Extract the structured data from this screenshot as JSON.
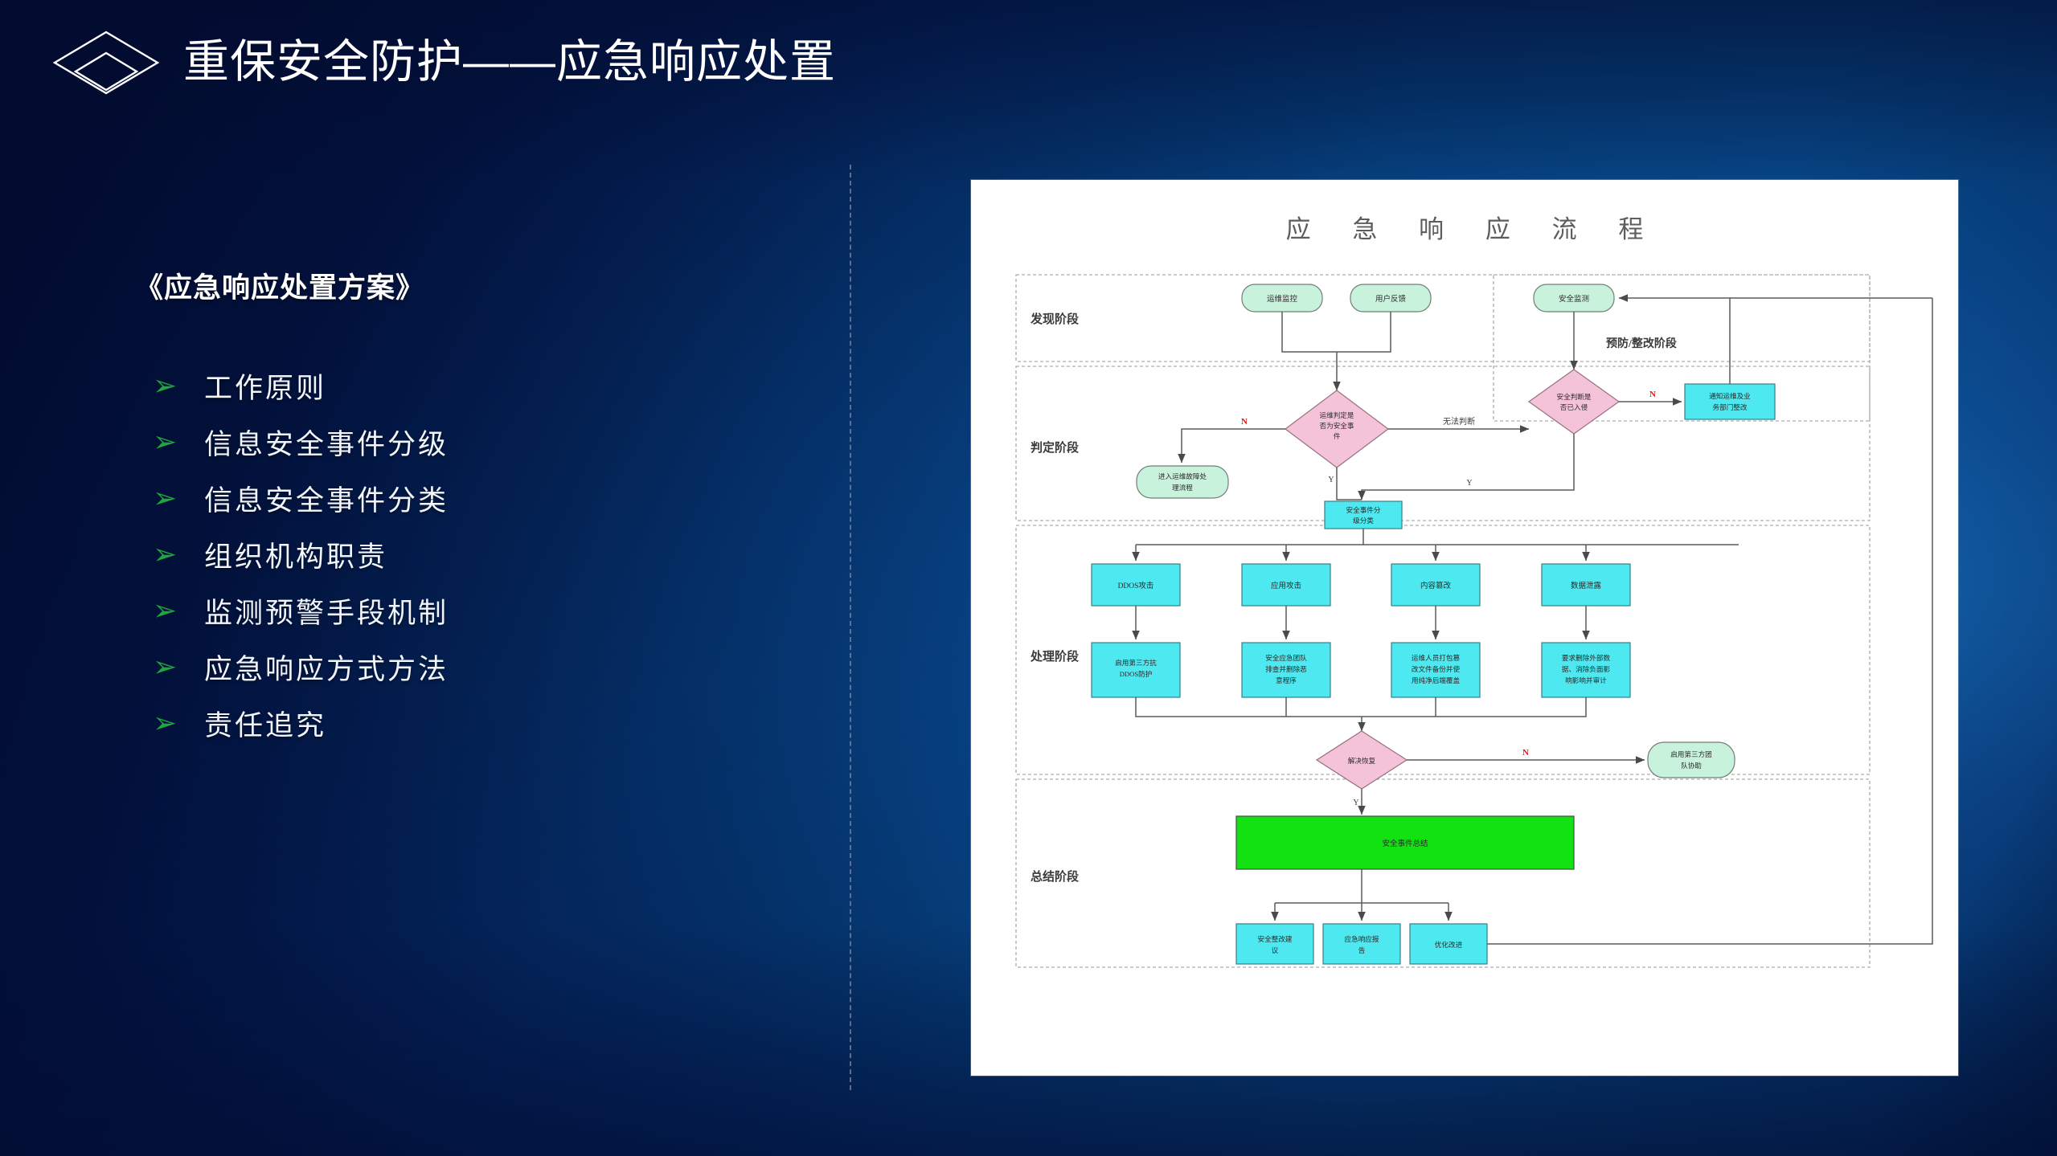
{
  "slide": {
    "title": "重保安全防护——应急响应处置",
    "logo_icon": "layered-diamond-logo-icon",
    "bg_dark": "#020f38",
    "bg_light": "#1878c8",
    "accent_green": "#21a63f"
  },
  "left": {
    "doc_title": "《应急响应处置方案》",
    "bullet_glyph": "➢",
    "items": [
      {
        "label": "工作原则"
      },
      {
        "label": "信息安全事件分级"
      },
      {
        "label": "信息安全事件分类"
      },
      {
        "label": "组织机构职责"
      },
      {
        "label": "监测预警手段机制"
      },
      {
        "label": "应急响应方式方法"
      },
      {
        "label": "责任追究"
      }
    ]
  },
  "flowchart": {
    "title": "应 急 响 应 流 程",
    "lanes": [
      {
        "id": "discover",
        "label": "发现阶段"
      },
      {
        "id": "judge",
        "label": "判定阶段"
      },
      {
        "id": "prevent",
        "label": "预防/整改阶段"
      },
      {
        "id": "handle",
        "label": "处理阶段"
      },
      {
        "id": "summary",
        "label": "总结阶段"
      }
    ],
    "nodes": {
      "ops_monitor": {
        "label": "运维监控",
        "shape": "rounded",
        "color": "#c9f2dd"
      },
      "user_feedback": {
        "label": "用户反馈",
        "shape": "rounded",
        "color": "#c9f2dd"
      },
      "sec_monitor": {
        "label": "安全监测",
        "shape": "rounded",
        "color": "#c9f2dd"
      },
      "judge_event": {
        "label_1": "运维判定是",
        "label_2": "否为安全事",
        "label_3": "件",
        "shape": "diamond",
        "color": "#f4c3da"
      },
      "to_ops_flow": {
        "label_1": "进入运维故障处",
        "label_2": "理流程",
        "shape": "rounded",
        "color": "#c9f2dd"
      },
      "already_in": {
        "label_1": "安全判断是",
        "label_2": "否已入侵",
        "shape": "diamond",
        "color": "#f4c3da"
      },
      "notify_dept": {
        "label_1": "通知运维及业",
        "label_2": "务部门整改",
        "shape": "rect",
        "color": "#4de8f0"
      },
      "classify": {
        "label_1": "安全事件分",
        "label_2": "级分类",
        "shape": "rect",
        "color": "#4de8f0"
      },
      "ddos": {
        "label": "DDOS攻击",
        "shape": "rect",
        "color": "#4de8f0"
      },
      "app_attack": {
        "label": "应用攻击",
        "shape": "rect",
        "color": "#4de8f0"
      },
      "content_tamper": {
        "label": "内容篡改",
        "shape": "rect",
        "color": "#4de8f0"
      },
      "data_leak": {
        "label": "数据泄露",
        "shape": "rect",
        "color": "#4de8f0"
      },
      "ddos_act": {
        "label_1": "启用第三方抗",
        "label_2": "DDOS防护",
        "shape": "rect",
        "color": "#4de8f0"
      },
      "app_act": {
        "label_1": "安全应急团队",
        "label_2": "排查并删除恶",
        "label_3": "意程序",
        "shape": "rect",
        "color": "#4de8f0"
      },
      "tamper_act": {
        "label_1": "运维人员打包篡",
        "label_2": "改文件备份并使",
        "label_3": "用纯净后端覆盖",
        "shape": "rect",
        "color": "#4de8f0"
      },
      "leak_act": {
        "label_1": "要求删除外部数",
        "label_2": "据、消除负面影",
        "label_3": "响影响并审计",
        "shape": "rect",
        "color": "#4de8f0"
      },
      "resolved": {
        "label": "解决恢复",
        "shape": "diamond",
        "color": "#f4c3da"
      },
      "third_party": {
        "label_1": "启用第三方团",
        "label_2": "队协助",
        "shape": "rounded",
        "color": "#c9f2dd"
      },
      "summary_bar": {
        "label": "安全事件总结",
        "shape": "rect",
        "color": "#12e212"
      },
      "sec_advice": {
        "label_1": "安全整改建",
        "label_2": "议",
        "shape": "rect",
        "color": "#4de8f0"
      },
      "report": {
        "label_1": "应急响应报",
        "label_2": "告",
        "shape": "rect",
        "color": "#4de8f0"
      },
      "optimize": {
        "label": "优化改进",
        "shape": "rect",
        "color": "#4de8f0"
      }
    },
    "edge_labels": {
      "n1": "N",
      "y1": "Y",
      "y2": "Y",
      "cannot_judge": "无法判断",
      "n2": "N",
      "n3": "N",
      "y3": "Y"
    }
  }
}
